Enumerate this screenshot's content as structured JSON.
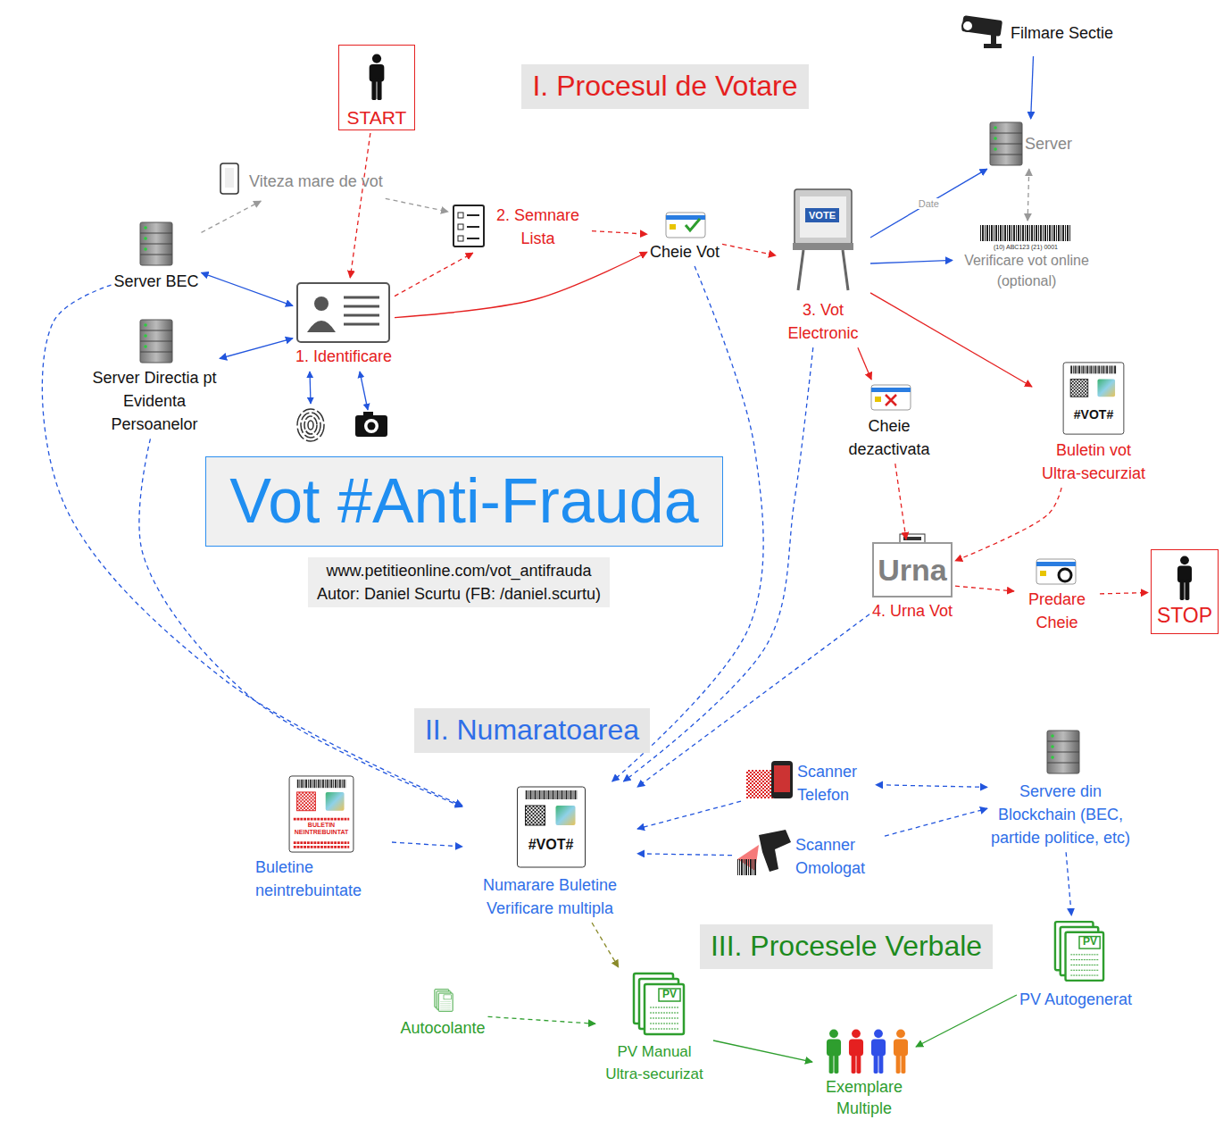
{
  "diagram": {
    "nodes": [
      {
        "text": [
          "I. Procesul de Votare"
        ]
      },
      {
        "text": [
          "Filmare Sectie"
        ]
      },
      {
        "text": [
          "START"
        ]
      },
      {
        "text": [
          "Viteza mare de vot"
        ]
      },
      {
        "text": [
          "2. Semnare Lista"
        ]
      },
      {
        "text": [
          "Cheie Vot"
        ]
      },
      {
        "text": [
          "Server"
        ]
      },
      {
        "text": [
          "Server BEC"
        ]
      },
      {
        "text": [
          "Verificare vot online (optional)"
        ]
      },
      {
        "text": [
          "1. Identificare"
        ]
      },
      {
        "text": [
          "Server Directia pt Evidenta Persoanelor"
        ]
      },
      {
        "text": [
          "3. Vot Electronic"
        ]
      },
      {
        "text": [
          "Cheie dezactivata"
        ]
      },
      {
        "text": [
          "Buletin vot Ultra-securziat"
        ]
      },
      {
        "text": [
          "Vot #Anti-Frauda"
        ]
      },
      {
        "text": [
          "www.petitieonline.com/vot_antifrauda",
          "Autor: Daniel Scurtu (FB: /daniel.scurtu)"
        ]
      },
      {
        "text": [
          "Urna",
          "4. Urna Vot"
        ]
      },
      {
        "text": [
          "Predare Cheie"
        ]
      },
      {
        "text": [
          "STOP"
        ]
      },
      {
        "text": [
          "II. Numaratoarea"
        ]
      },
      {
        "text": [
          "Scanner Telefon"
        ]
      },
      {
        "text": [
          "Servere din Blockchain (BEC, partide politice, etc)"
        ]
      },
      {
        "text": [
          "Buletine neintrebuintate"
        ]
      },
      {
        "text": [
          "Numarare Buletine Verificare multipla"
        ]
      },
      {
        "text": [
          "Scanner Omologat"
        ]
      },
      {
        "text": [
          "III. Procesele Verbale"
        ]
      },
      {
        "text": [
          "PV Autogenerat"
        ]
      },
      {
        "text": [
          "Autocolante"
        ]
      },
      {
        "text": [
          "PV Manual Ultra-securizat"
        ]
      },
      {
        "text": [
          "Exemplare Multiple"
        ]
      }
    ],
    "edges": [
      {
        "from": 2,
        "to": 9,
        "arrow": "to"
      },
      {
        "from": 9,
        "to": 4,
        "arrow": "to"
      },
      {
        "from": 4,
        "to": 5,
        "arrow": "to"
      },
      {
        "from": 9,
        "to": 5,
        "arrow": "to"
      },
      {
        "from": 5,
        "to": 11,
        "arrow": "to"
      },
      {
        "from": 7,
        "to": 3,
        "arrow": "to"
      },
      {
        "from": 3,
        "to": 4,
        "arrow": "to"
      },
      {
        "from": 7,
        "to": 9,
        "arrow": "both"
      },
      {
        "from": 9,
        "to": 10,
        "arrow": "both"
      },
      {
        "from": 11,
        "to": 6,
        "arrow": "to",
        "label": "Date"
      },
      {
        "from": 1,
        "to": 6,
        "arrow": "to"
      },
      {
        "from": 6,
        "to": 8,
        "arrow": "both"
      },
      {
        "from": 11,
        "to": 8,
        "arrow": "to"
      },
      {
        "from": 11,
        "to": 12,
        "arrow": "to"
      },
      {
        "from": 11,
        "to": 13,
        "arrow": "to"
      },
      {
        "from": 12,
        "to": 16,
        "arrow": "to"
      },
      {
        "from": 13,
        "to": 16,
        "arrow": "to"
      },
      {
        "from": 16,
        "to": 17,
        "arrow": "to"
      },
      {
        "from": 17,
        "to": 18,
        "arrow": "to"
      },
      {
        "from": 7,
        "to": 23,
        "arrow": "to"
      },
      {
        "from": 10,
        "to": 23,
        "arrow": "to"
      },
      {
        "from": 5,
        "to": 23,
        "arrow": "to"
      },
      {
        "from": 11,
        "to": 23,
        "arrow": "to"
      },
      {
        "from": 16,
        "to": 23,
        "arrow": "to"
      },
      {
        "from": 22,
        "to": 23,
        "arrow": "to"
      },
      {
        "from": 20,
        "to": 23,
        "arrow": "to"
      },
      {
        "from": 24,
        "to": 23,
        "arrow": "to"
      },
      {
        "from": 21,
        "to": 20,
        "arrow": "both"
      },
      {
        "from": 24,
        "to": 21,
        "arrow": "to"
      },
      {
        "from": 21,
        "to": 26,
        "arrow": "to"
      },
      {
        "from": 23,
        "to": 28,
        "arrow": "to"
      },
      {
        "from": 27,
        "to": 28,
        "arrow": "to"
      },
      {
        "from": 28,
        "to": 29,
        "arrow": "to"
      },
      {
        "from": 26,
        "to": 29,
        "arrow": "to"
      }
    ],
    "labels": [
      "VOTE",
      "(10) ABC123 (21) 0001",
      "#VOT#",
      "#VOT#",
      "BULETIN NEINTREBUINTAT",
      "PV",
      "PV"
    ]
  }
}
